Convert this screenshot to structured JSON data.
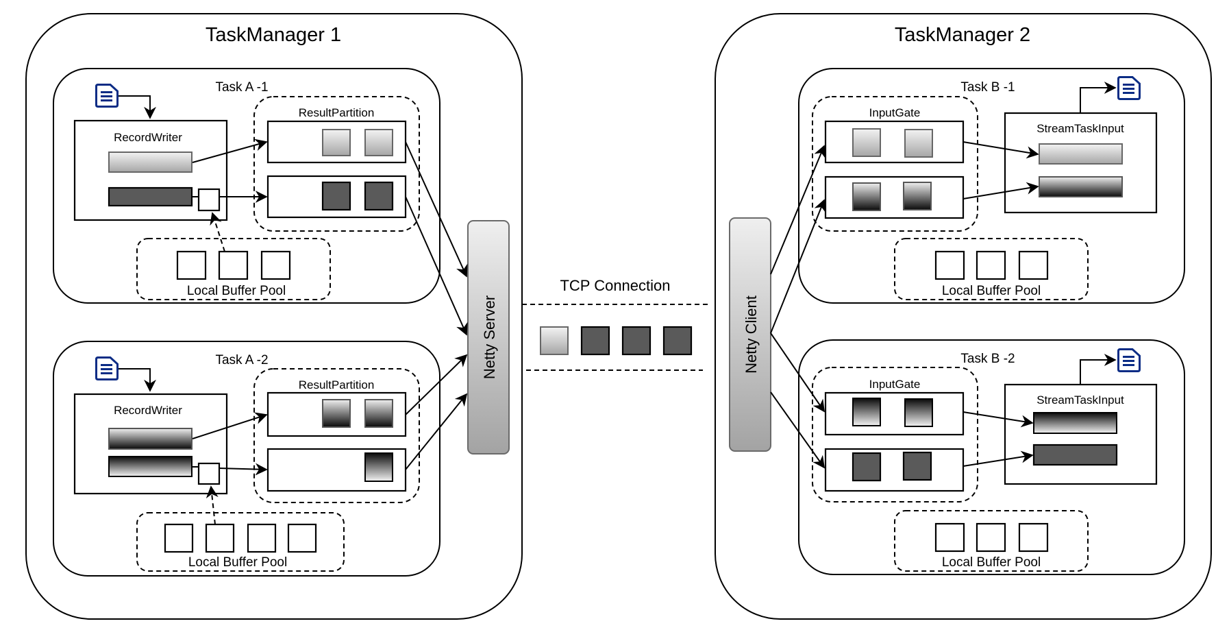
{
  "diagram": {
    "colors": {
      "doc_icon": "#0b2c85",
      "dark_buffer": "#5a5a5a",
      "light_buffer_top": "#f2f2f2",
      "light_buffer_bottom": "#a8a8a8"
    },
    "task_managers": [
      {
        "title": "TaskManager 1",
        "tasks": [
          {
            "title": "Task A -1",
            "record_writer": {
              "label": "RecordWriter",
              "serializers": [
                "light",
                "dark"
              ]
            },
            "result_partition": {
              "label": "ResultPartition",
              "subpartitions": [
                [
                  "light",
                  "light"
                ],
                [
                  "dark",
                  "dark"
                ]
              ]
            },
            "local_buffer_pool": {
              "label": "Local Buffer Pool",
              "free_buffers": 3
            }
          },
          {
            "title": "Task A -2",
            "record_writer": {
              "label": "RecordWriter",
              "serializers": [
                "gradient-dark-bottom",
                "gradient-dark-top"
              ]
            },
            "result_partition": {
              "label": "ResultPartition",
              "subpartitions": [
                [
                  "gradient-dark-bottom",
                  "gradient-dark-bottom"
                ],
                [
                  "gradient-dark-top"
                ]
              ]
            },
            "local_buffer_pool": {
              "label": "Local Buffer Pool",
              "free_buffers": 4
            }
          }
        ],
        "network": {
          "label": "Netty Server"
        }
      },
      {
        "title": "TaskManager 2",
        "tasks": [
          {
            "title": "Task B -1",
            "input_gate": {
              "label": "InputGate",
              "channels": [
                [
                  "light",
                  "light"
                ],
                [
                  "gradient-dark-bottom",
                  "gradient-dark-bottom"
                ]
              ]
            },
            "stream_task_input": {
              "label": "StreamTaskInput",
              "records": [
                "light",
                "gradient-dark-bottom"
              ]
            },
            "local_buffer_pool": {
              "label": "Local Buffer Pool",
              "free_buffers": 3
            }
          },
          {
            "title": "Task B -2",
            "input_gate": {
              "label": "InputGate",
              "channels": [
                [
                  "gradient-dark-top",
                  "gradient-dark-top"
                ],
                [
                  "dark",
                  "dark"
                ]
              ]
            },
            "stream_task_input": {
              "label": "StreamTaskInput",
              "records": [
                "gradient-dark-top",
                "dark"
              ]
            },
            "local_buffer_pool": {
              "label": "Local Buffer Pool",
              "free_buffers": 3
            }
          }
        ],
        "network": {
          "label": "Netty Client"
        }
      }
    ],
    "tcp_connection": {
      "label": "TCP Connection",
      "buffers_in_flight": [
        "light",
        "dark",
        "dark",
        "dark"
      ]
    },
    "icons": {
      "record_source": "document-icon",
      "record_sink": "document-icon"
    }
  }
}
